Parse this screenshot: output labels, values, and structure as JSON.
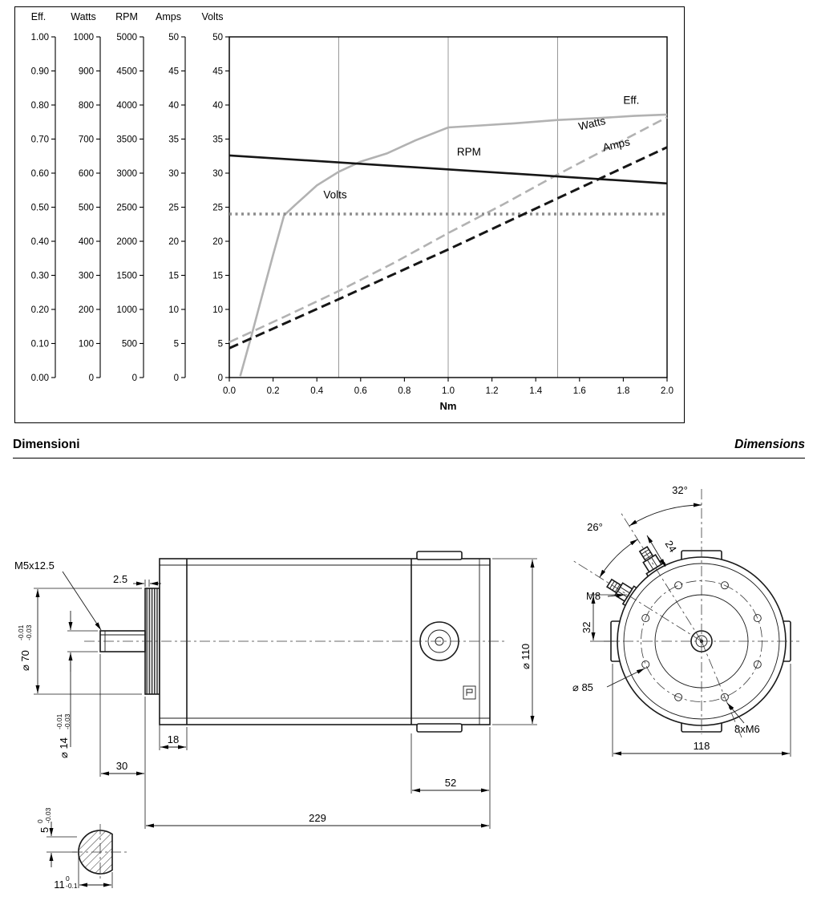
{
  "chart_data": {
    "type": "line",
    "title": "",
    "xlabel": "Nm",
    "xlim": [
      0,
      2
    ],
    "x_tick_labels": [
      "0.0",
      "0.2",
      "0.4",
      "0.6",
      "0.8",
      "1.0",
      "1.2",
      "1.4",
      "1.6",
      "1.8",
      "2.0"
    ],
    "grid_x_values": [
      0.5,
      1.0,
      1.5
    ],
    "plot_unit_range": [
      0,
      50
    ],
    "points_unit": "shared 0-50 plot scale (Volts/Amps axes); other axes scale proportionally",
    "y_axes": [
      {
        "label": "Eff.",
        "range": [
          0,
          1.0
        ],
        "tick_labels": [
          "1.00",
          "0.90",
          "0.80",
          "0.70",
          "0.60",
          "0.50",
          "0.40",
          "0.30",
          "0.20",
          "0.10",
          "0.00"
        ]
      },
      {
        "label": "Watts",
        "range": [
          0,
          1000
        ],
        "tick_labels": [
          "1000",
          "900",
          "800",
          "700",
          "600",
          "500",
          "400",
          "300",
          "200",
          "100",
          "0"
        ]
      },
      {
        "label": "RPM",
        "range": [
          0,
          5000
        ],
        "tick_labels": [
          "5000",
          "4500",
          "4000",
          "3500",
          "3000",
          "2500",
          "2000",
          "1500",
          "1000",
          "500",
          "0"
        ]
      },
      {
        "label": "Amps",
        "range": [
          0,
          50
        ],
        "tick_labels": [
          "50",
          "45",
          "40",
          "35",
          "30",
          "25",
          "20",
          "15",
          "10",
          "5",
          "0"
        ]
      },
      {
        "label": "Volts",
        "range": [
          0,
          50
        ],
        "tick_labels": [
          "50",
          "45",
          "40",
          "35",
          "30",
          "25",
          "20",
          "15",
          "10",
          "5",
          "0"
        ]
      }
    ],
    "series": [
      {
        "name": "Eff",
        "color": "#b2b2b2",
        "width": 2.6,
        "dash": "",
        "points": [
          [
            0.05,
            0.2
          ],
          [
            0.1,
            6
          ],
          [
            0.15,
            12
          ],
          [
            0.2,
            18
          ],
          [
            0.25,
            23.8
          ],
          [
            0.3,
            25.3
          ],
          [
            0.4,
            28.2
          ],
          [
            0.5,
            30.2
          ],
          [
            0.6,
            31.7
          ],
          [
            0.72,
            32.9
          ],
          [
            0.85,
            34.8
          ],
          [
            1.0,
            36.7
          ],
          [
            1.15,
            37.0
          ],
          [
            1.3,
            37.3
          ],
          [
            1.5,
            37.8
          ],
          [
            1.7,
            38.1
          ],
          [
            1.85,
            38.4
          ],
          [
            2.0,
            38.6
          ]
        ],
        "label": {
          "text": "Eff.",
          "x": 1.8,
          "y": 40.2,
          "rotate": 0
        }
      },
      {
        "name": "Watts",
        "color": "#b2b2b2",
        "width": 2.6,
        "dash": "12 6",
        "points": [
          [
            0,
            5.2
          ],
          [
            0.25,
            8.9
          ],
          [
            0.5,
            12.7
          ],
          [
            0.75,
            16.8
          ],
          [
            1.0,
            21.2
          ],
          [
            1.25,
            25.4
          ],
          [
            1.5,
            29.8
          ],
          [
            1.75,
            34.0
          ],
          [
            2.0,
            38.2
          ]
        ],
        "label": {
          "text": "Watts",
          "x": 1.6,
          "y": 36.3,
          "rotate": -13
        }
      },
      {
        "name": "Volts",
        "color": "#8c8c8c",
        "width": 3.4,
        "dash": "3 4.5",
        "points": [
          [
            0,
            24
          ],
          [
            2.0,
            24
          ]
        ],
        "label": {
          "text": "Volts",
          "x": 0.43,
          "y": 26.3,
          "rotate": 0
        }
      },
      {
        "name": "Amps",
        "color": "#161616",
        "width": 3.0,
        "dash": "12 6",
        "points": [
          [
            0,
            4.3
          ],
          [
            0.5,
            11.5
          ],
          [
            1.0,
            18.8
          ],
          [
            1.5,
            26.3
          ],
          [
            2.0,
            33.8
          ]
        ],
        "label": {
          "text": "Amps",
          "x": 1.71,
          "y": 33.2,
          "rotate": -13
        }
      },
      {
        "name": "RPM",
        "color": "#161616",
        "width": 2.6,
        "dash": "",
        "points": [
          [
            0,
            32.6
          ],
          [
            2.0,
            28.5
          ]
        ],
        "label": {
          "text": "RPM",
          "x": 1.04,
          "y": 32.6,
          "rotate": 0
        }
      }
    ]
  },
  "headings": {
    "italian": "Dimensioni",
    "english": "Dimensions"
  },
  "drawing": {
    "side": {
      "m5": "M5x12.5",
      "gap25": "2.5",
      "d70": "⌀ 70",
      "d70_tol": [
        "-0.01",
        "-0.03"
      ],
      "d14": "⌀ 14",
      "d14_tol": [
        "-0.01",
        "-0.03"
      ],
      "len18": "18",
      "len30": "30",
      "len52": "52",
      "len229": "229",
      "d110": "⌀ 110"
    },
    "end": {
      "a32": "32°",
      "a26": "26°",
      "len24": "24",
      "m8": "M8",
      "len32": "32",
      "d85": "⌀ 85",
      "bolts": "8xM6",
      "len118": "118"
    },
    "section": {
      "h5": "5",
      "h5_tol": [
        "0",
        "-0.03"
      ],
      "w11": "11",
      "w11_tol": [
        "0",
        "-0.1"
      ]
    }
  }
}
